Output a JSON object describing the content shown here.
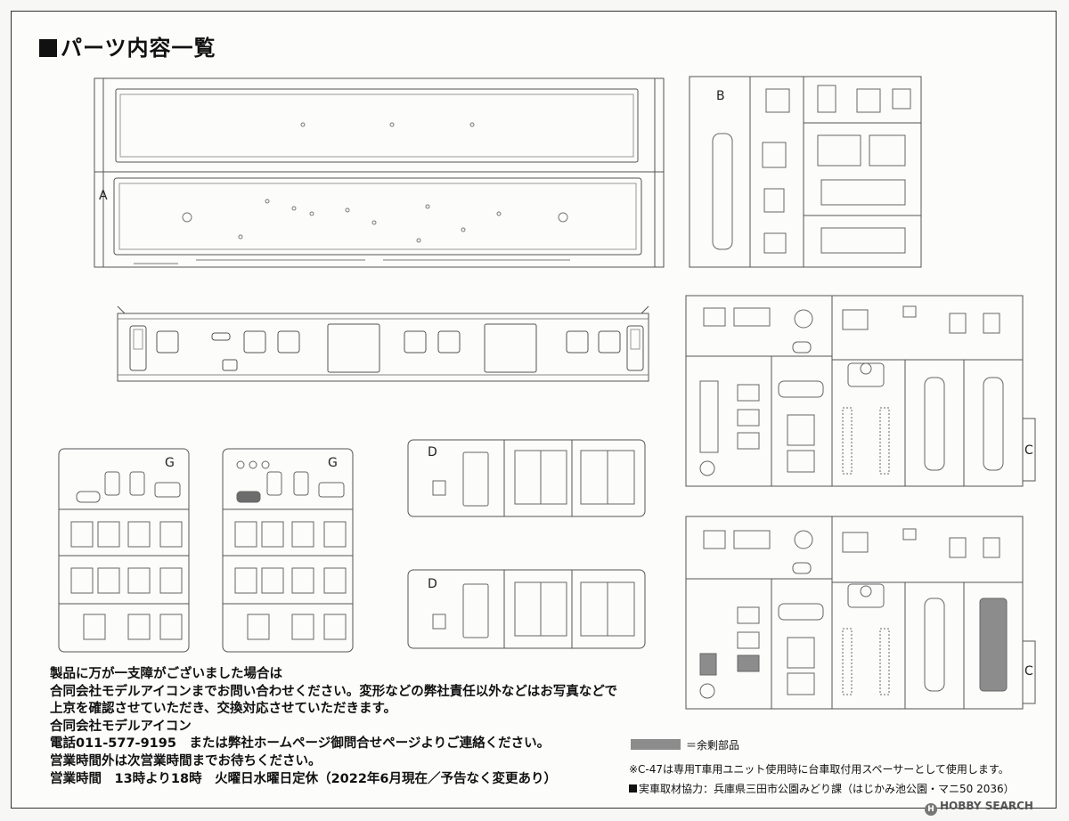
{
  "title": "パーツ内容一覧",
  "sprue_labels": {
    "a": "A",
    "b": "B",
    "c1": "C",
    "c2": "C",
    "d1": "D",
    "d2": "D",
    "g1": "G",
    "g2": "G"
  },
  "notes": {
    "line1": "製品に万が一支障がございました場合は",
    "line2": "合同会社モデルアイコンまでお問い合わせください。変形などの弊社責任以外などはお写真などで",
    "line3": "上京を確認させていただき、交換対応させていただきます。",
    "line4": "合同会社モデルアイコン",
    "line5": "電話011-577-9195　または弊社ホームページ御問合せページよりご連絡ください。",
    "line6": "営業時間外は次営業時間までお待ちください。",
    "line7": "営業時間　13時より18時　火曜日水曜日定休（2022年6月現在／予告なく変更あり）"
  },
  "legend": {
    "label": "＝余剰部品",
    "swatch_color": "#8c8c8c"
  },
  "note_c47": "※C-47は専用T車用ユニット使用時に台車取付用スペーサーとして使用します。",
  "note_coop": "実車取材協力：兵庫県三田市公園みどり課（はじかみ池公園・マニ50 2036）",
  "watermark": "HOBBY SEARCH"
}
